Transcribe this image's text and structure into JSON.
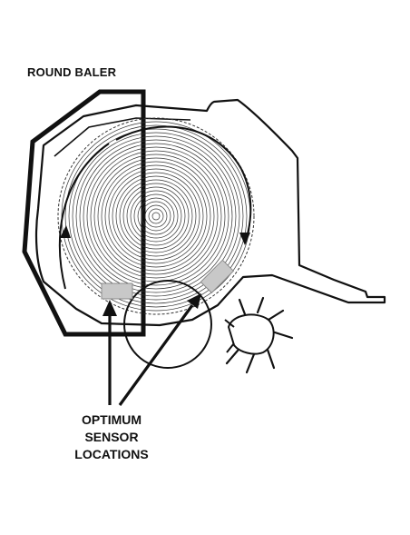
{
  "diagram": {
    "title": "ROUND BALER",
    "callout": {
      "lines": [
        "OPTIMUM",
        "SENSOR",
        "LOCATIONS"
      ]
    },
    "colors": {
      "ink": "#111111",
      "sensor_fill": "#c8c8c8",
      "background": "#ffffff"
    }
  }
}
